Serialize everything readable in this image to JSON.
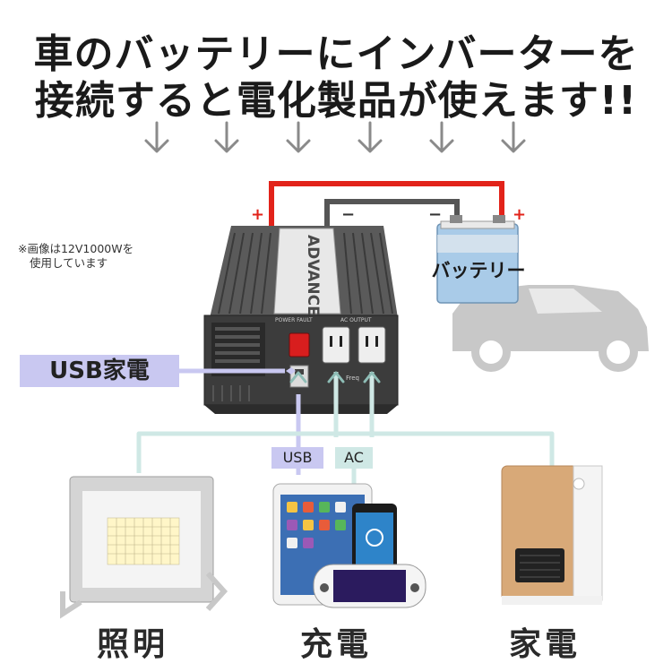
{
  "headline": {
    "line1": "車のバッテリーにインバーターを",
    "line2": "接続すると電化製品が使えます!!"
  },
  "note": {
    "line1": "※画像は12V1000Wを",
    "line2": "使用しています"
  },
  "inverter": {
    "brand": "ADVANCE",
    "panel_left": "POWER FAULT",
    "panel_right": "AC OUTPUT",
    "freq": "Freq"
  },
  "battery": {
    "label": "バッテリー",
    "plus_left": "+",
    "minus_left": "−",
    "minus_right": "−",
    "plus_right": "+"
  },
  "tags": {
    "usb_home": "USB家電",
    "usb": "USB",
    "ac": "AC"
  },
  "categories": {
    "lighting": "照明",
    "charging": "充電",
    "appliance": "家電"
  },
  "colors": {
    "red_cable": "#e2231a",
    "gray_cable": "#555555",
    "usb_purple": "#c9c8f1",
    "ac_teal": "#cfe8e5",
    "arrow_gray": "#8a8a8a"
  }
}
